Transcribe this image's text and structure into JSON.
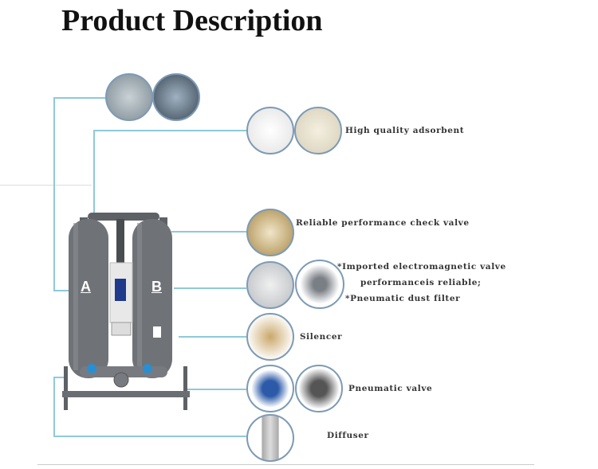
{
  "title": "Product Description",
  "machine": {
    "tank_a_label": "A",
    "tank_b_label": "B"
  },
  "components": [
    {
      "id": "control-panel",
      "label": ""
    },
    {
      "id": "adsorbent",
      "label": "High quality adsorbent"
    },
    {
      "id": "check-valve",
      "label": "Reliable performance check valve"
    },
    {
      "id": "solenoid-valve",
      "label_lines": [
        "*Imported electromagnetic valve",
        "performanceis reliable;",
        "*Pneumatic dust filter"
      ]
    },
    {
      "id": "silencer",
      "label": "Silencer"
    },
    {
      "id": "pneumatic-valve",
      "label": "Pneumatic valve"
    },
    {
      "id": "diffuser",
      "label": "Diffuser"
    }
  ],
  "colors": {
    "connector": "#8fc9d9",
    "tank": "#6f7378",
    "circle_border": "#7d9ab5"
  }
}
